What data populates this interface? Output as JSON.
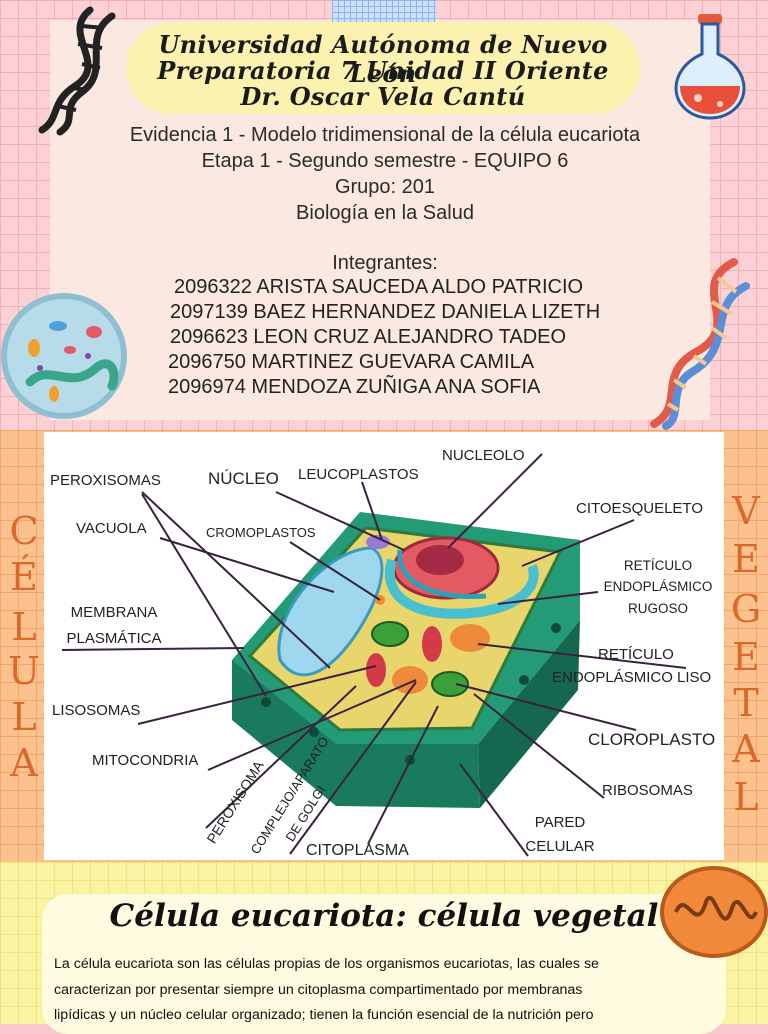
{
  "header": {
    "title_lines": [
      "Universidad Autónoma de Nuevo León",
      "Preparatoria 7 Unidad II Oriente",
      "Dr. Oscar Vela Cantú"
    ],
    "info_lines": [
      "Evidencia 1 - Modelo tridimensional de la célula eucariota",
      "Etapa 1 - Segundo semestre - EQUIPO 6",
      "Grupo: 201",
      "Biología en la Salud"
    ],
    "members_heading": "Integrantes:",
    "members": [
      "2096322 ARISTA SAUCEDA ALDO PATRICIO",
      "2097139 BAEZ HERNANDEZ DANIELA LIZETH",
      "2096623 LEON CRUZ ALEJANDRO TADEO",
      "2096750 MARTINEZ GUEVARA CAMILA",
      "2096974 MENDOZA ZUÑIGA ANA SOFIA"
    ]
  },
  "diagram": {
    "side_left": [
      "C",
      "É",
      "L",
      "U",
      "L",
      "A"
    ],
    "side_right": [
      "V",
      "E",
      "G",
      "E",
      "T",
      "A",
      "L"
    ],
    "labels": {
      "peroxisomas": "PEROXISOMAS",
      "nucleo": "NÚCLEO",
      "leucoplastos": "LEUCOPLASTOS",
      "nucleolo": "NUCLEOLO",
      "citoesqueleto": "CITOESQUELETO",
      "vacuola": "VACUOLA",
      "cromoplastos": "CROMOPLASTOS",
      "ret_rugoso_1": "RETÍCULO",
      "ret_rugoso_2": "ENDOPLÁSMICO",
      "ret_rugoso_3": "RUGOSO",
      "membrana_1": "MEMBRANA",
      "membrana_2": "PLASMÁTICA",
      "ret_liso_1": "RETÍCULO",
      "ret_liso_2": "ENDOPLÁSMICO LISO",
      "lisosomas": "LISOSOMAS",
      "cloroplasto": "CLOROPLASTO",
      "mitocondria": "MITOCONDRIA",
      "ribosomas": "RIBOSOMAS",
      "peroxisoma": "PEROXISOMA",
      "golgi_1": "COMPLEJO/APARATO",
      "golgi_2": "DE GOLGI",
      "pared_1": "PARED",
      "pared_2": "CELULAR",
      "citoplasma": "CITOPLASMA"
    }
  },
  "footer": {
    "title": "Célula eucariota: célula vegetal",
    "paragraph_lines": [
      "La célula eucariota son las células propias de los organismos eucariotas, las cuales se",
      "caracterizan por presentar siempre un citoplasma compartimentado por membranas",
      "lipídicas y un núcleo celular organizado; tienen la función esencial de la nutrición pero"
    ]
  },
  "colors": {
    "pink_bg": "#fbd1d6",
    "orange_bg": "#fbc28f",
    "yellow_bg": "#fbf3a4",
    "side_letters": "#d96a2a",
    "cell_wall": "#1f8a6b",
    "cytoplasm": "#e9d76a"
  }
}
